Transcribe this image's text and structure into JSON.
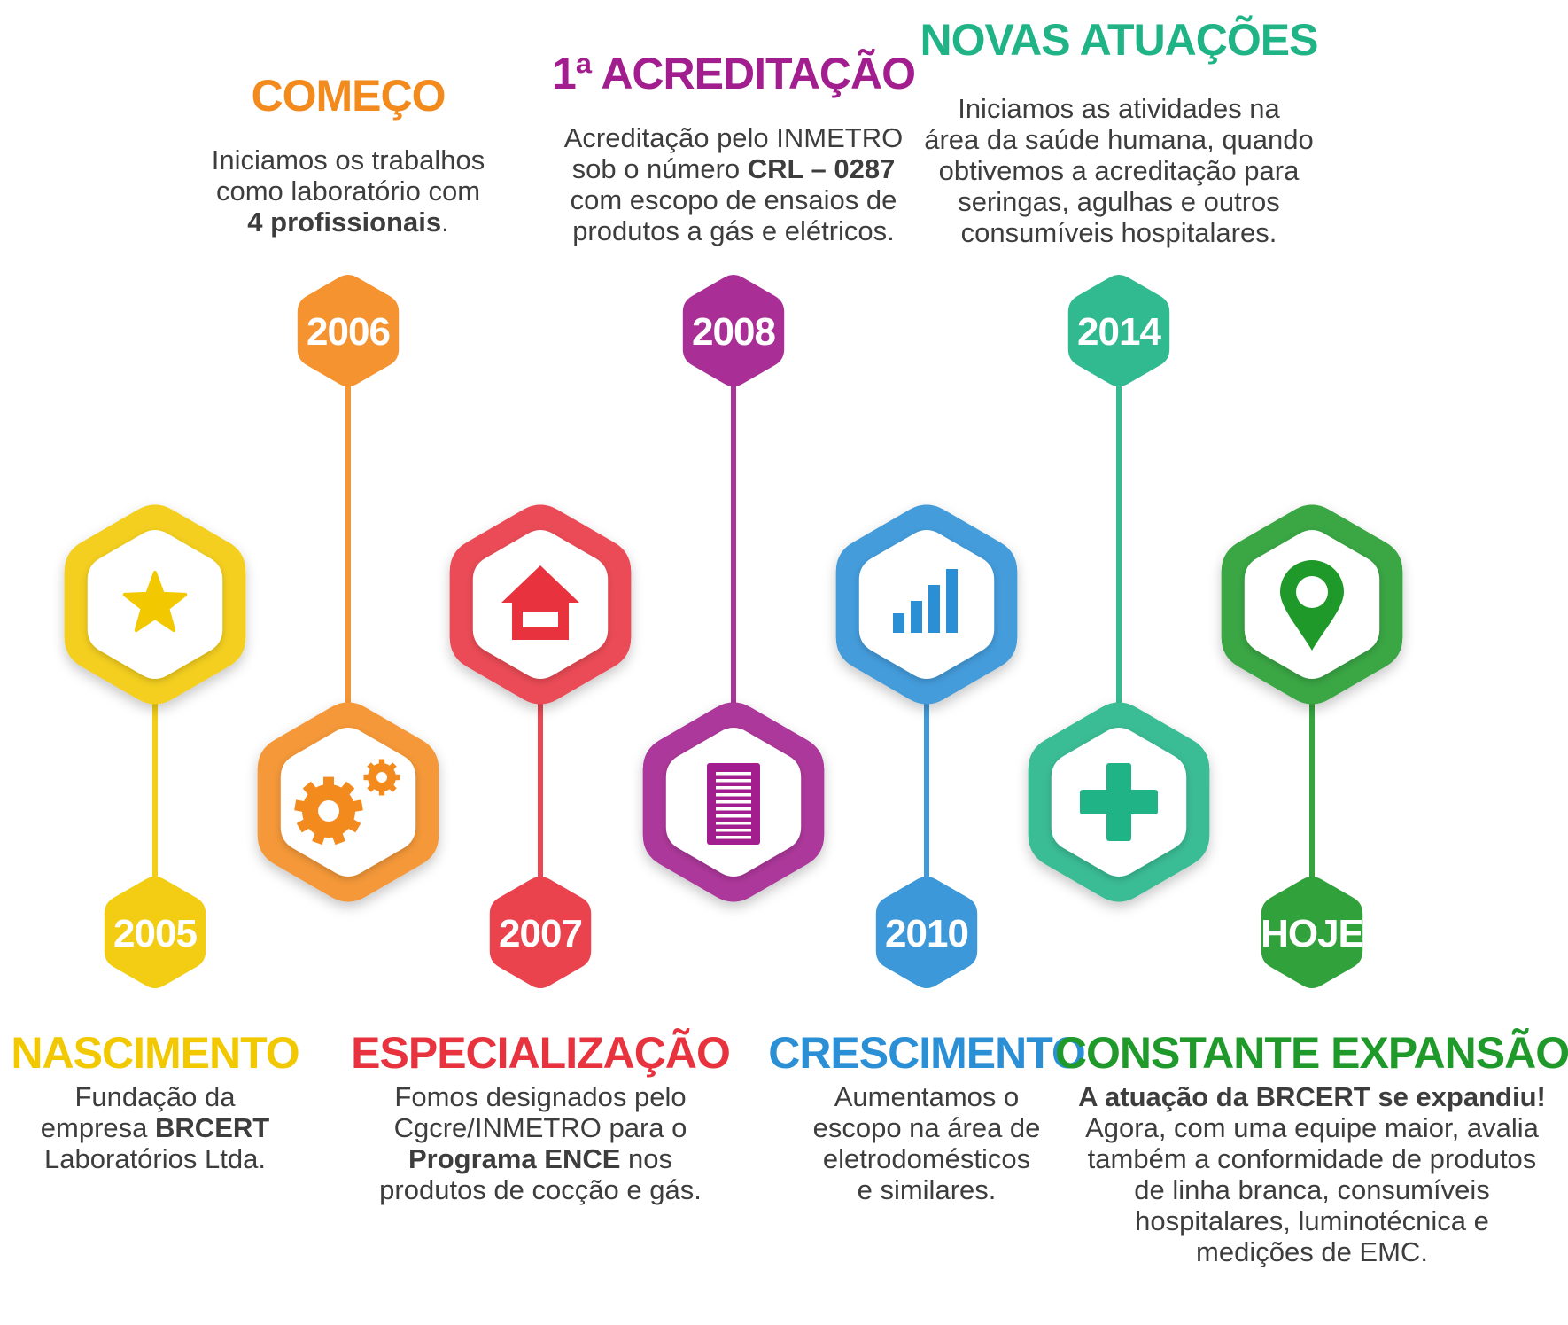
{
  "milestones": [
    {
      "year": "2005",
      "title": "NASCIMENTO",
      "color": "#f2c800",
      "icon": "star-icon",
      "lines": [
        [
          {
            "t": "Fundação da"
          }
        ],
        [
          {
            "t": "empresa "
          },
          {
            "t": "BRCERT",
            "b": true
          }
        ],
        [
          {
            "t": "Laboratórios Ltda."
          }
        ]
      ]
    },
    {
      "year": "2006",
      "title": "COMEÇO",
      "color": "#f38a1e",
      "icon": "gears-icon",
      "lines": [
        [
          {
            "t": "Iniciamos os trabalhos"
          }
        ],
        [
          {
            "t": "como laboratório com"
          }
        ],
        [
          {
            "t": "4 profissionais",
            "b": true
          },
          {
            "t": "."
          }
        ]
      ]
    },
    {
      "year": "2007",
      "title": "ESPECIALIZAÇÃO",
      "color": "#e8333f",
      "icon": "house-icon",
      "lines": [
        [
          {
            "t": "Fomos designados pelo"
          }
        ],
        [
          {
            "t": "Cgcre/INMETRO para o"
          }
        ],
        [
          {
            "t": "Programa ENCE",
            "b": true
          },
          {
            "t": " nos"
          }
        ],
        [
          {
            "t": "produtos de cocção e gás."
          }
        ]
      ]
    },
    {
      "year": "2008",
      "title": "ACREDITAÇÃO",
      "title_prefix": "1ª",
      "color": "#a21d8d",
      "icon": "document-icon",
      "lines": [
        [
          {
            "t": "Acreditação pelo INMETRO"
          }
        ],
        [
          {
            "t": "sob o número "
          },
          {
            "t": "CRL – 0287",
            "b": true
          }
        ],
        [
          {
            "t": "com escopo de ensaios de"
          }
        ],
        [
          {
            "t": "produtos a gás e elétricos."
          }
        ]
      ]
    },
    {
      "year": "2010",
      "title": "CRESCIMENTO",
      "color": "#2b8fd6",
      "icon": "bar-chart-icon",
      "lines": [
        [
          {
            "t": "Aumentamos o"
          }
        ],
        [
          {
            "t": "escopo na área de"
          }
        ],
        [
          {
            "t": "eletrodomésticos"
          }
        ],
        [
          {
            "t": "e similares."
          }
        ]
      ]
    },
    {
      "year": "2014",
      "title": "NOVAS ATUAÇÕES",
      "color": "#1fb386",
      "icon": "medical-cross-icon",
      "lines": [
        [
          {
            "t": "Iniciamos as atividades na"
          }
        ],
        [
          {
            "t": "área da saúde humana, quando"
          }
        ],
        [
          {
            "t": "obtivemos a acreditação para"
          }
        ],
        [
          {
            "t": "seringas, agulhas e outros"
          }
        ],
        [
          {
            "t": "consumíveis hospitalares."
          }
        ]
      ]
    },
    {
      "year": "HOJE",
      "title": "CONSTANTE EXPANSÃO",
      "color": "#1f9a2a",
      "icon": "location-pin-icon",
      "lines": [
        [
          {
            "t": "A atuação da BRCERT se expandiu!",
            "b": true
          }
        ],
        [
          {
            "t": "Agora, com uma equipe maior, avalia"
          }
        ],
        [
          {
            "t": "também a conformidade de produtos"
          }
        ],
        [
          {
            "t": "de linha branca, consumíveis"
          }
        ],
        [
          {
            "t": "hospitalares, luminotécnica e"
          }
        ],
        [
          {
            "t": "medições de EMC."
          }
        ]
      ]
    }
  ]
}
